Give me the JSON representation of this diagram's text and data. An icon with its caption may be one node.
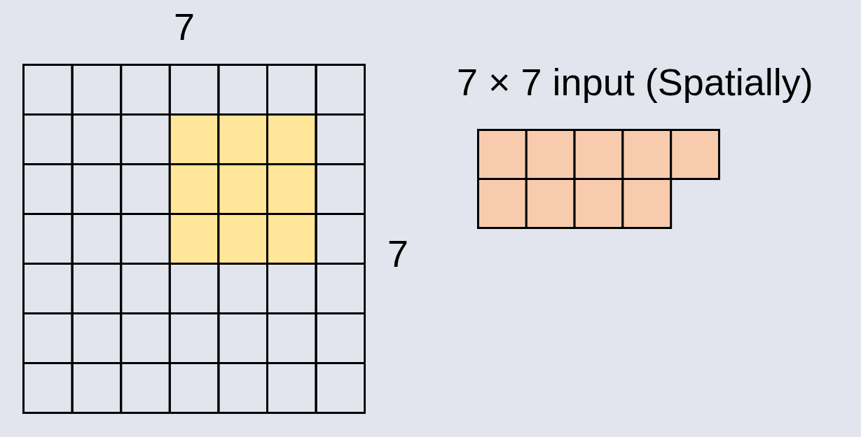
{
  "diagram": {
    "labels": [
      "7",
      "7",
      "7 × 7 input (Spatially)"
    ]
  }
}
